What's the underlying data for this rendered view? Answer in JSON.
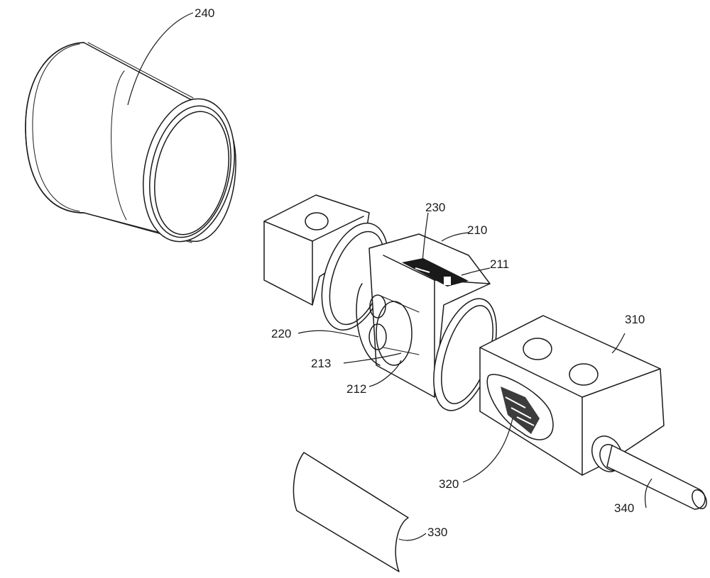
{
  "labels": {
    "l240": "240",
    "l230": "230",
    "l210": "210",
    "l211": "211",
    "l220": "220",
    "l213": "213",
    "l212": "212",
    "l310": "310",
    "l320": "320",
    "l340": "340",
    "l330": "330"
  }
}
